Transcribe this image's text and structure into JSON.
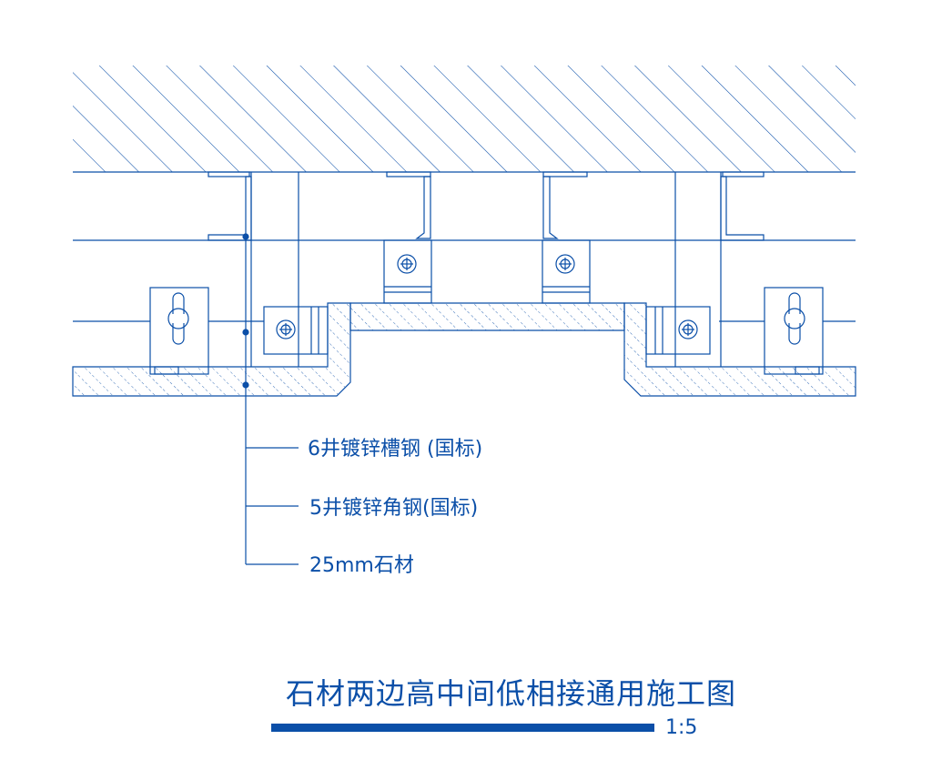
{
  "colors": {
    "line": "#0b4fa8",
    "background": "#ffffff"
  },
  "labels": [
    {
      "text": "6井镀锌槽钢 (国标)"
    },
    {
      "text": "5井镀锌角钢(国标)"
    },
    {
      "text": "25mm石材"
    }
  ],
  "title": "石材两边高中间低相接通用施工图",
  "scale": "1:5"
}
